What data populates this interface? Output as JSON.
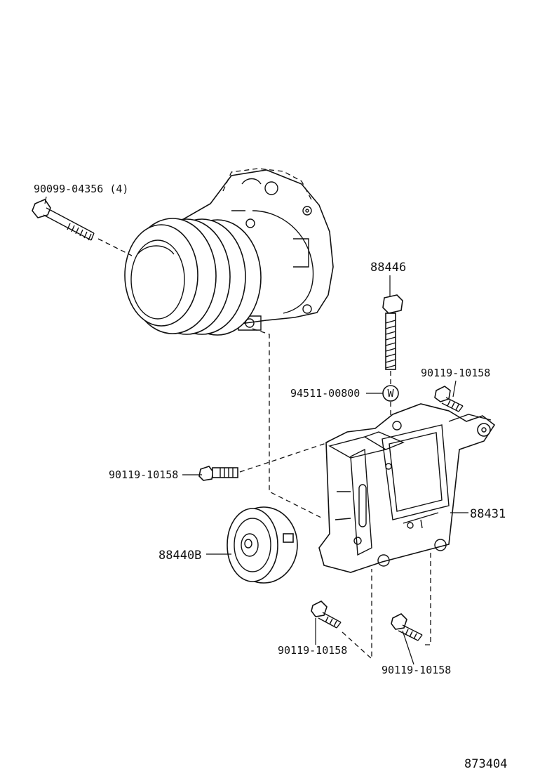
{
  "parts": {
    "compressor_bolt": "90099-04356 (4)",
    "stud_bolt": "88446",
    "washer": "94511-00800",
    "washer_mark": "W",
    "bolt_upper_right": "90119-10158",
    "bolt_left": "90119-10158",
    "bracket": "88431",
    "idler_pulley": "88440B",
    "bolt_lower_left": "90119-10158",
    "bolt_lower_right": "90119-10158"
  },
  "figure_number": "873404"
}
